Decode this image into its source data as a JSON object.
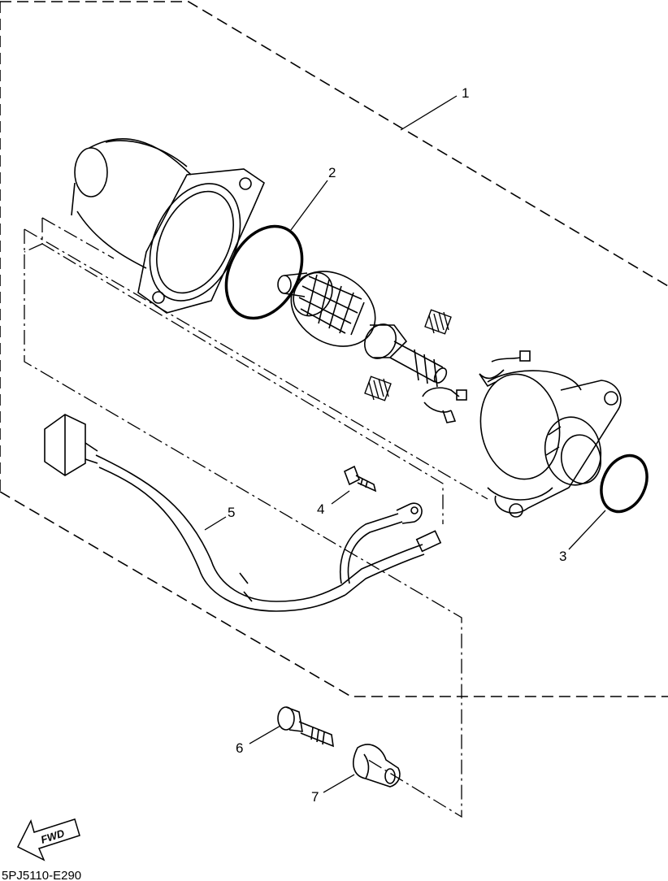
{
  "diagram": {
    "callouts": [
      {
        "number": "1",
        "part": "starting-motor-assembly"
      },
      {
        "number": "2",
        "part": "o-ring"
      },
      {
        "number": "3",
        "part": "o-ring"
      },
      {
        "number": "4",
        "part": "screw"
      },
      {
        "number": "5",
        "part": "lead-wire"
      },
      {
        "number": "6",
        "part": "bolt"
      },
      {
        "number": "7",
        "part": "collar"
      }
    ],
    "fwd_label": "FWD",
    "figure_code": "5PJ5110-E290"
  },
  "colors": {
    "line": "#000000",
    "background": "#ffffff"
  }
}
